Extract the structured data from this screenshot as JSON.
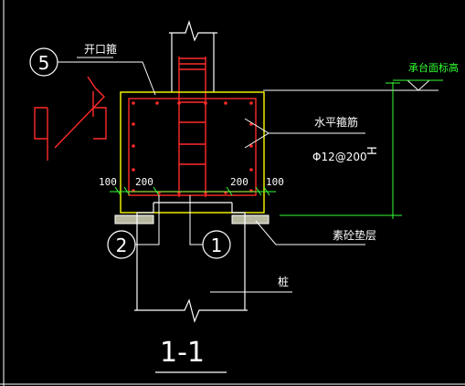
{
  "labels": {
    "open_stirrup": "开口箍",
    "horizontal_stirrup": "水平箍筋",
    "spacing": "Φ12@200",
    "height": "H",
    "top_elev": "承台面标高",
    "plain_concrete_pad": "素砼垫层",
    "pile": "桩",
    "section_title": "1-1"
  },
  "bubbles": {
    "five": "5",
    "two": "2",
    "one": "1"
  },
  "dims": {
    "left_100": "100",
    "left_200": "200",
    "right_200": "200",
    "right_100": "100"
  },
  "colors": {
    "background": "#000000",
    "outline": "#ffffff",
    "cap_outline": "#ffff00",
    "rebar": "#ff2a2a",
    "dimension": "#33ff33",
    "text": "#ffffff"
  }
}
